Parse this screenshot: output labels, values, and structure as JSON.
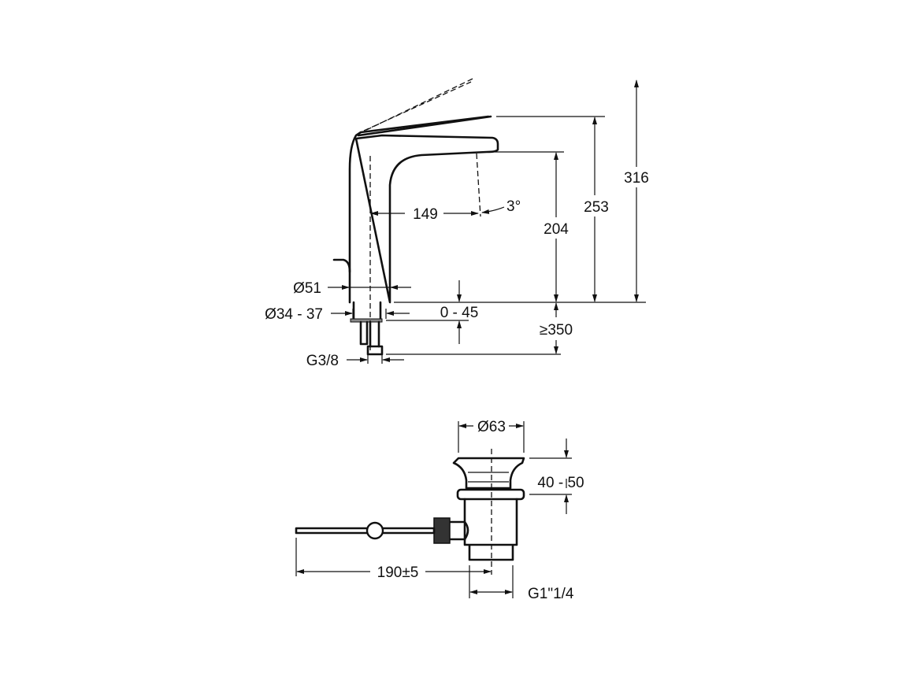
{
  "faucet": {
    "height_total": "316",
    "height_lever": "253",
    "height_spout": "204",
    "reach": "149",
    "angle": "3°",
    "base_diameter": "Ø51",
    "hole_diameter": "Ø34 - 37",
    "deck_thickness": "0 - 45",
    "hose_length": "≥350",
    "connection": "G3/8"
  },
  "drain": {
    "flange_diameter": "Ø63",
    "height_range": "40 - 50",
    "rod_length": "190±5",
    "thread": "G1\"1/4"
  }
}
